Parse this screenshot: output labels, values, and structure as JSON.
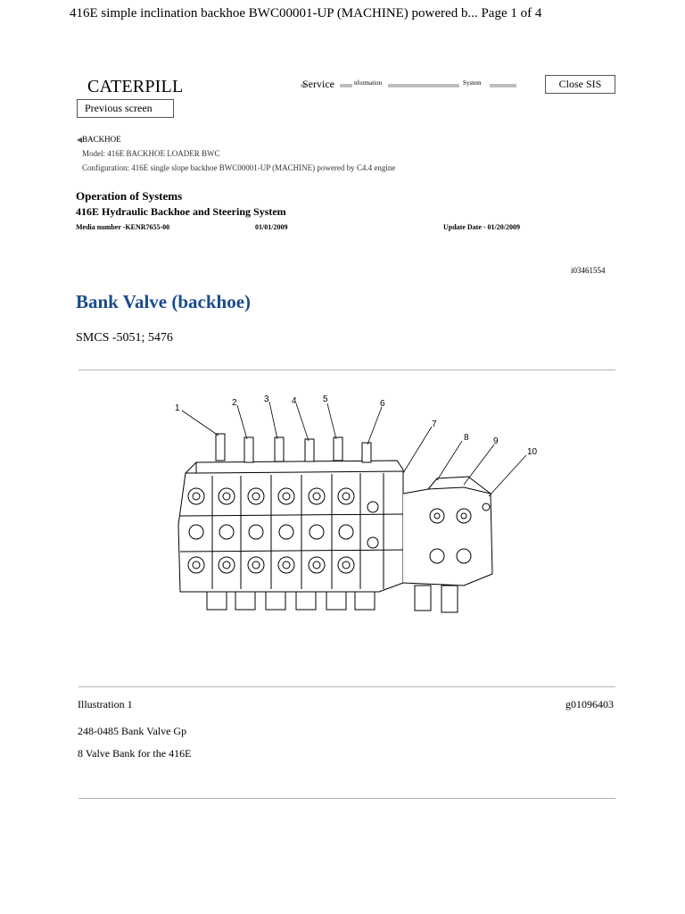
{
  "print_header": "416E simple inclination backhoe BWC00001-UP (MACHINE) powered b... Page 1 of 4",
  "branding": {
    "logo": "CATERPILL",
    "sis_service": "Service",
    "sis_information": "nformation",
    "sis_system": "System"
  },
  "buttons": {
    "close": "Close SIS",
    "previous": "Previous screen"
  },
  "breadcrumb": "BACKHOE",
  "model_line": "Model:  416E  BACKHOE  LOADER  BWC",
  "config_line": "Configuration: 416E single slope backhoe BWC00001-UP (MACHINE) powered by C4.4 engine",
  "section": {
    "title": "Operation of Systems",
    "subtitle": "416E Hydraulic Backhoe and Steering System"
  },
  "meta": {
    "media": "Media number -KENR7655-00",
    "publication_date": "01/01/2009",
    "update": "Update Date - 01/20/2009",
    "doc_id": "i03461554"
  },
  "page_title": "Bank Valve (backhoe)",
  "smcs": "SMCS -5051; 5476",
  "figure": {
    "callouts": [
      "1",
      "2",
      "3",
      "4",
      "5",
      "6",
      "7",
      "8",
      "9",
      "10"
    ]
  },
  "illustration": {
    "label": "Illustration 1",
    "id": "g01096403"
  },
  "captions": [
    "248-0485 Bank Valve Gp",
    "8 Valve Bank for the 416E"
  ],
  "colors": {
    "title_blue": "#1a4b8c",
    "rule_gray": "#b4b4b4"
  }
}
